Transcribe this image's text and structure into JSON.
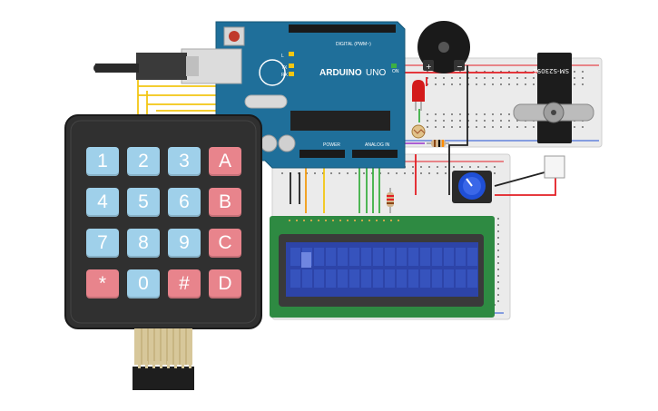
{
  "colors": {
    "arduino": "#1f6f9a",
    "breadboard": "#ebebeb",
    "lcd_board": "#2e8a42",
    "lcd_screen": "#2d44a8",
    "keypad_body": "#303030",
    "key_blue": "#9fd0ea",
    "key_red": "#e8848c",
    "wire_yellow": "#f3c613",
    "wire_green": "#3cb043",
    "wire_red": "#e31e24",
    "wire_black": "#222222"
  },
  "arduino": {
    "brand": "ARDUINO",
    "model": "UNO",
    "header_digital": "DIGITAL (PWM~)",
    "header_power": "POWER",
    "header_analog": "ANALOG IN",
    "label_tx": "TX",
    "label_rx": "RX",
    "label_on": "ON",
    "label_l": "L"
  },
  "servo": {
    "label": "SM-S2309S"
  },
  "buzzer": {
    "plus": "+",
    "minus": "−"
  },
  "keypad": {
    "keys": [
      {
        "label": "1",
        "type": "blue"
      },
      {
        "label": "2",
        "type": "blue"
      },
      {
        "label": "3",
        "type": "blue"
      },
      {
        "label": "A",
        "type": "red"
      },
      {
        "label": "4",
        "type": "blue"
      },
      {
        "label": "5",
        "type": "blue"
      },
      {
        "label": "6",
        "type": "blue"
      },
      {
        "label": "B",
        "type": "red"
      },
      {
        "label": "7",
        "type": "blue"
      },
      {
        "label": "8",
        "type": "blue"
      },
      {
        "label": "9",
        "type": "blue"
      },
      {
        "label": "C",
        "type": "red"
      },
      {
        "label": "*",
        "type": "red"
      },
      {
        "label": "0",
        "type": "blue"
      },
      {
        "label": "#",
        "type": "red"
      },
      {
        "label": "D",
        "type": "red"
      }
    ]
  }
}
